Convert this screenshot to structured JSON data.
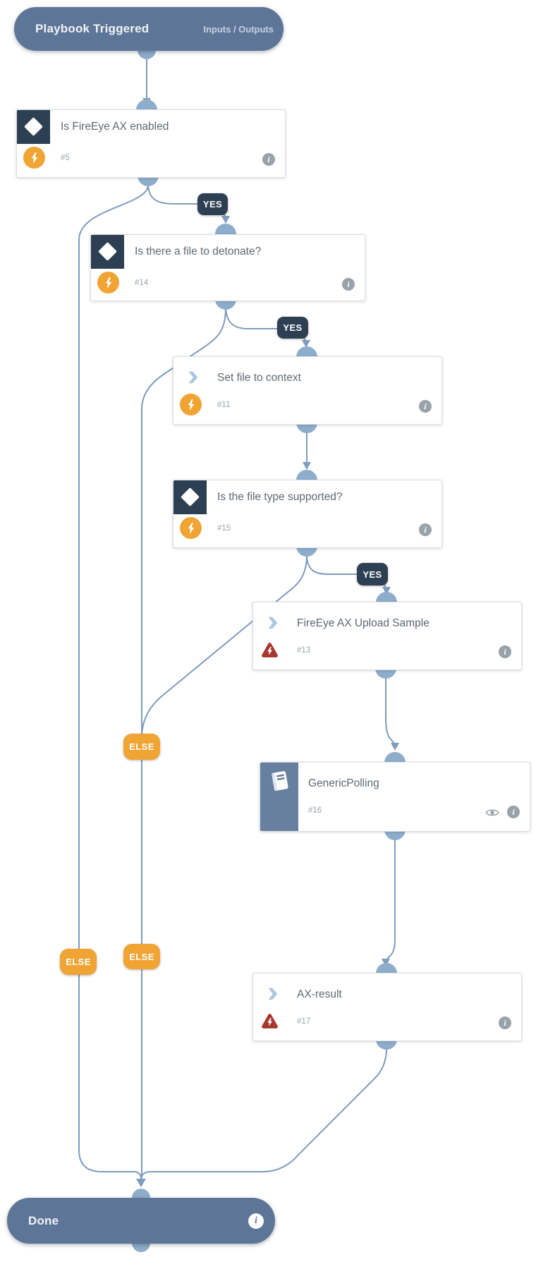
{
  "trigger": {
    "title": "Playbook Triggered",
    "io_label": "Inputs / Outputs"
  },
  "done": {
    "label": "Done"
  },
  "branch_labels": {
    "yes": "YES",
    "else": "ELSE"
  },
  "tasks": [
    {
      "id": "#5",
      "title": "Is FireEye AX enabled",
      "type": "condition",
      "icons": [
        "condition-diamond",
        "automation-lightning",
        "info"
      ]
    },
    {
      "id": "#14",
      "title": "Is there a file to detonate?",
      "type": "condition",
      "icons": [
        "condition-diamond",
        "automation-lightning",
        "info"
      ]
    },
    {
      "id": "#11",
      "title": "Set file to context",
      "type": "automation-task",
      "icons": [
        "chevron-right",
        "automation-lightning",
        "info"
      ]
    },
    {
      "id": "#15",
      "title": "Is the file type supported?",
      "type": "condition",
      "icons": [
        "condition-diamond",
        "automation-lightning",
        "info"
      ]
    },
    {
      "id": "#13",
      "title": "FireEye AX Upload Sample",
      "type": "integration-command",
      "icons": [
        "chevron-right",
        "warning-triangle-lightning",
        "info"
      ]
    },
    {
      "id": "#16",
      "title": "GenericPolling",
      "type": "sub-playbook",
      "icons": [
        "book",
        "eye",
        "info"
      ]
    },
    {
      "id": "#17",
      "title": "AX-result",
      "type": "integration-command",
      "icons": [
        "chevron-right",
        "warning-triangle-lightning",
        "info"
      ]
    }
  ],
  "icon_glyphs": {
    "condition-diamond": "white rotated square on navy block",
    "automation-lightning": "white bolt in orange circle",
    "warning-triangle-lightning": "white bolt in dark-red rounded triangle",
    "chevron-right": "light-blue thick chevron",
    "book": "white book on slate sidebar",
    "eye": "gray outline eye",
    "info": "lowercase i in gray circle"
  },
  "colors": {
    "terminator_blue": "#5d7596",
    "condition_navy": "#2d3f52",
    "accent_orange": "#f0a433",
    "error_red": "#a5372c",
    "connector_line": "#7d9cbe",
    "connector_port": "#8eadcb",
    "subplaybook_sidebar": "#68809f",
    "title_text": "#5d6873",
    "muted_text": "#9aa4ad"
  }
}
